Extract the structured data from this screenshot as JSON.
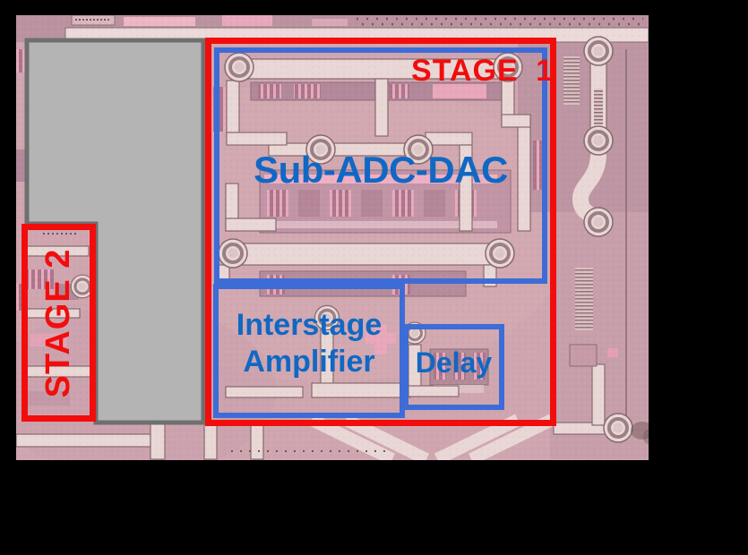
{
  "figure": {
    "description": "Annotated chip die micrograph",
    "stage1": {
      "label": "STAGE 1"
    },
    "stage2": {
      "label": "STAGE 2"
    },
    "blocks": {
      "sub_adc_dac": {
        "label": "Sub-ADC-DAC"
      },
      "interstage_amplifier": {
        "lines": [
          "Interstage",
          "Amplifier"
        ]
      },
      "delay": {
        "label": "Delay"
      }
    },
    "colors": {
      "stage_outline_red": "#f20d0d",
      "block_outline_blue": "#3d6cd7",
      "block_label_blue": "#1068c4",
      "redaction_gray": "#b4b4b4",
      "die_base_pink": "#cfa6b0",
      "background_black": "#000000"
    }
  }
}
